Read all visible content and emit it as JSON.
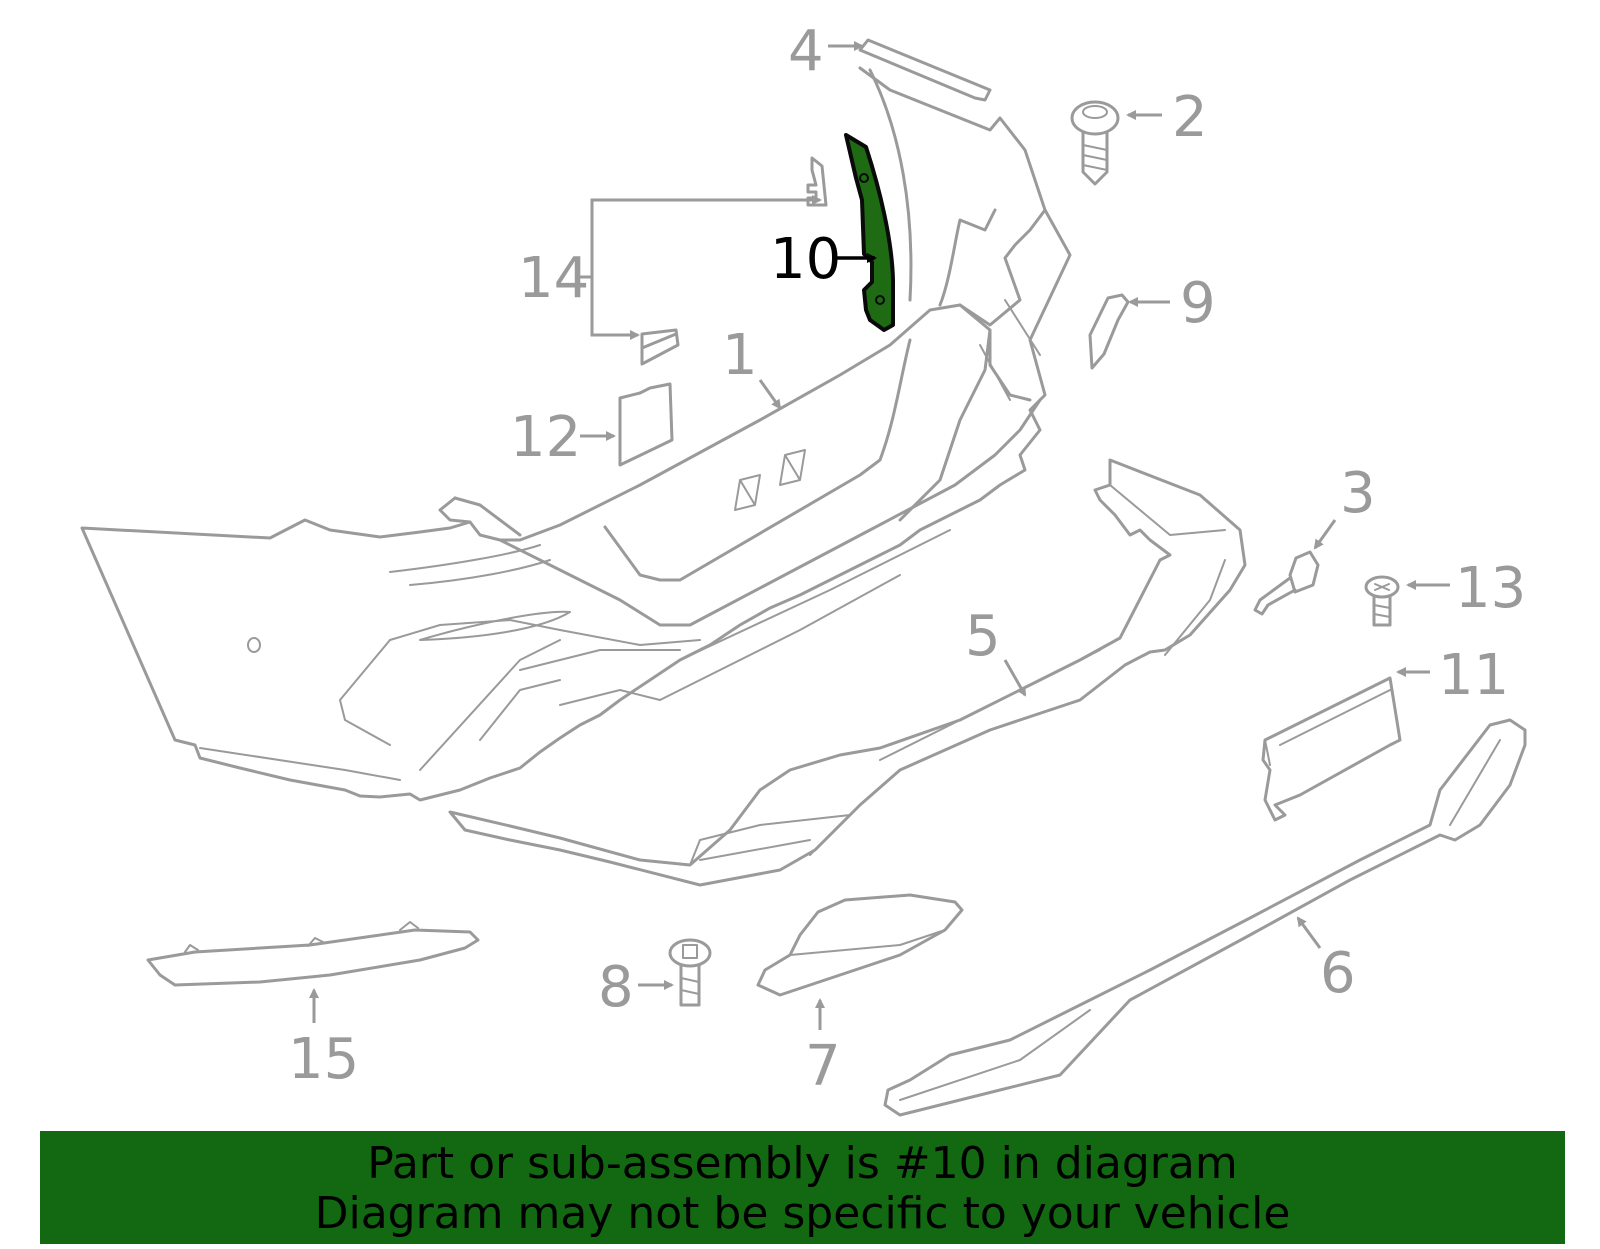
{
  "diagram": {
    "highlighted_part": "10",
    "callouts": {
      "c1": "1",
      "c2": "2",
      "c3": "3",
      "c4": "4",
      "c5": "5",
      "c6": "6",
      "c7": "7",
      "c8": "8",
      "c9": "9",
      "c10": "10",
      "c11": "11",
      "c12": "12",
      "c13": "13",
      "c14": "14",
      "c15": "15"
    },
    "colors": {
      "line": "#9a9a9a",
      "highlight_fill": "#1e6b14",
      "banner_background": "#136911"
    }
  },
  "banner": {
    "line1": "Part or sub-assembly is #10 in diagram",
    "line2": "Diagram may not be specific to your vehicle"
  }
}
